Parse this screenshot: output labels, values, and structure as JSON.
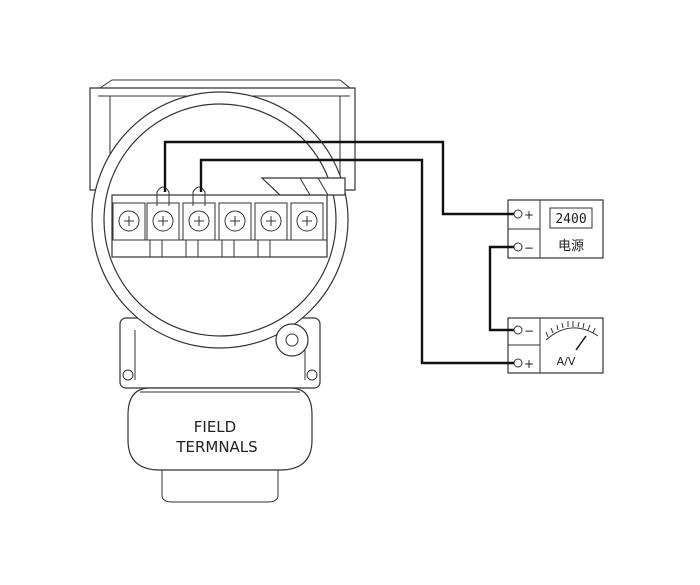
{
  "transmitter": {
    "label_line1": "FIELD",
    "label_line2": "TERMNALS"
  },
  "power_supply": {
    "display_value": "2400",
    "name": "电源",
    "plus_sign": "+",
    "minus_sign": "−"
  },
  "meter": {
    "name": "A/V",
    "minus_sign": "−",
    "plus_sign": "+"
  }
}
